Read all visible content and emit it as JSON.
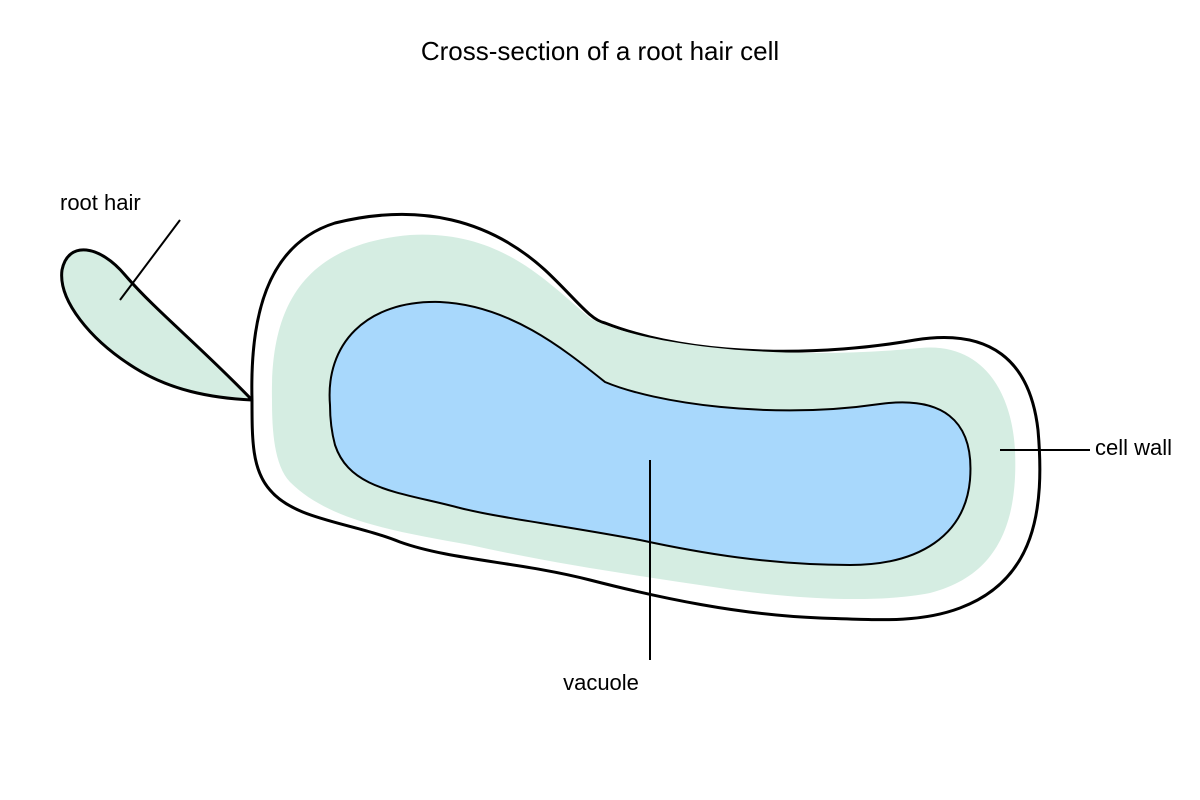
{
  "title": "Cross-section of a root hair cell",
  "labels": {
    "root_hair": "root hair",
    "cell_wall": "cell wall",
    "vacuole": "vacuole"
  },
  "colors": {
    "background": "#ffffff",
    "outline": "#000000",
    "cytoplasm": "#d5ede2",
    "vacuole": "#a8d8fc"
  }
}
